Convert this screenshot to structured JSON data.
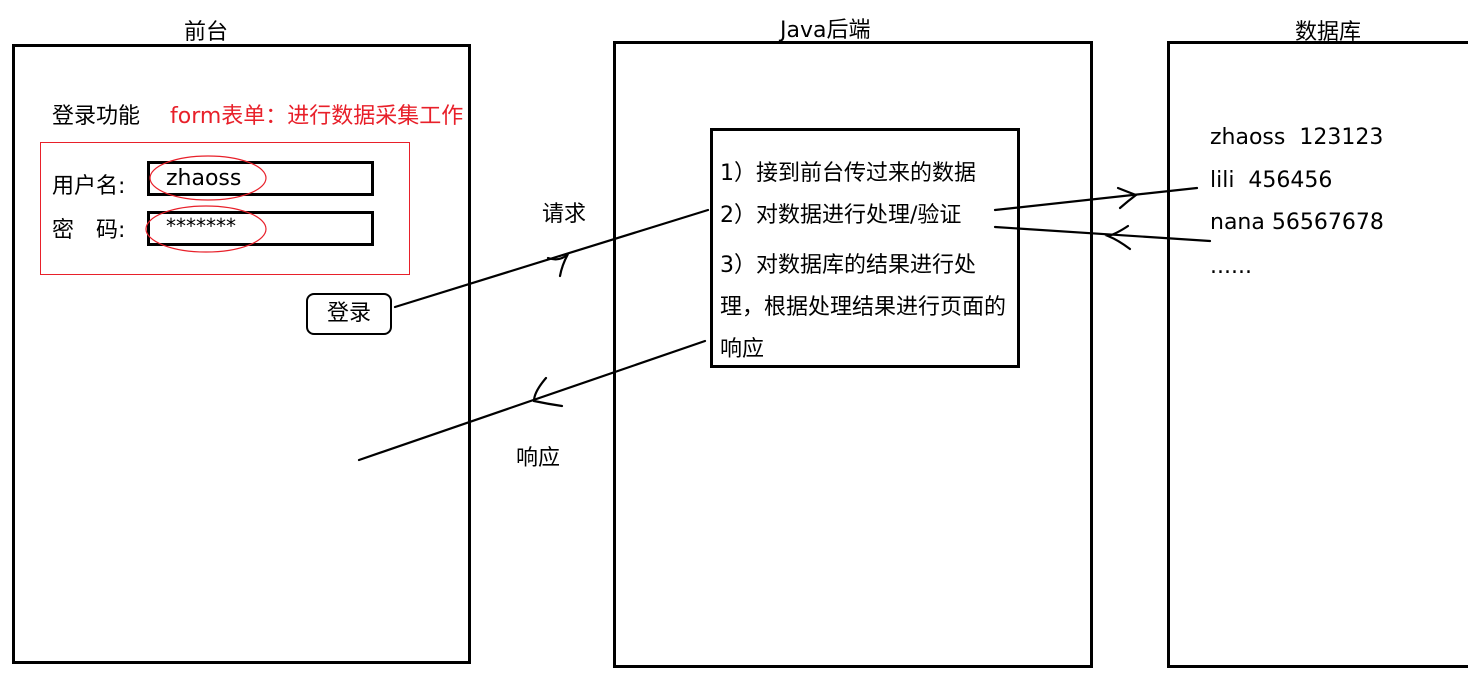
{
  "frontend": {
    "title": "前台",
    "feature_label": "登录功能",
    "form_note": "form表单：进行数据采集工作",
    "username_label": "用户名:",
    "username_value": "zhaoss",
    "password_label": "密　码:",
    "password_value": "*******",
    "login_button": "登录"
  },
  "backend": {
    "title": "Java后端",
    "steps": [
      "1）接到前台传过来的数据",
      "2）对数据进行处理/验证",
      "3）对数据库的结果进行处",
      "理，根据处理结果进行页面的",
      "响应"
    ]
  },
  "database": {
    "title": "数据库",
    "records": [
      "zhaoss  123123",
      "lili  456456",
      "nana 56567678",
      "......"
    ]
  },
  "arrows": {
    "request_label": "请求",
    "response_label": "响应"
  },
  "colors": {
    "annotation": "#e8202a",
    "ink": "#000000"
  }
}
